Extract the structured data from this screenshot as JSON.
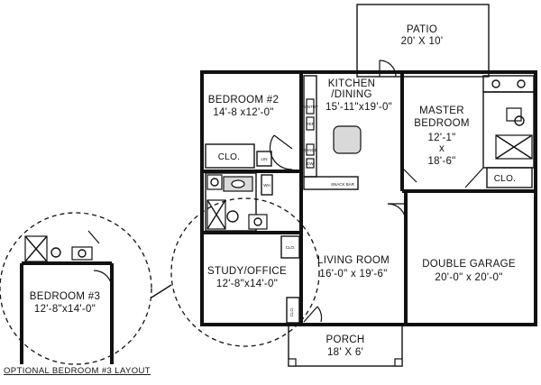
{
  "rooms": {
    "patio": {
      "name": "PATIO",
      "dims": "20' X 10'"
    },
    "kitchen": {
      "name1": "KITCHEN",
      "name2": "/DINING",
      "dims": "15'-11\"x19'-0\""
    },
    "bedroom2": {
      "name": "BEDROOM #2",
      "dims": "14'-8 x12'-0\""
    },
    "master": {
      "name1": "MASTER",
      "name2": "BEDROOM",
      "dims1": "12'-1\"",
      "dims2": "x",
      "dims3": "18'-6\""
    },
    "living": {
      "name": "LIVING ROOM",
      "dims": "16'-0\" x 19'-6\""
    },
    "garage": {
      "name": "DOUBLE GARAGE",
      "dims": "20'-0\" x 20'-0\""
    },
    "study": {
      "name": "STUDY/OFFICE",
      "dims": "12'-8\"x14'-0\""
    },
    "porch": {
      "name": "PORCH",
      "dims": "18' X 6'"
    },
    "bedroom3": {
      "name": "BEDROOM #3",
      "dims": "12'-8\"x14'-0\""
    }
  },
  "closets": {
    "bedroom2": "CLO.",
    "master": "CLO.",
    "study": "CLO.",
    "entry": "CLO."
  },
  "fixtures": {
    "refrig": "REF",
    "pantry": "PANTRY",
    "range": "RANGE",
    "dw": "DW",
    "snack_bar": "SNACK BAR",
    "lin": "LIN",
    "wh": "WH"
  },
  "caption": "OPTIONAL BEDROOM #3 LAYOUT"
}
